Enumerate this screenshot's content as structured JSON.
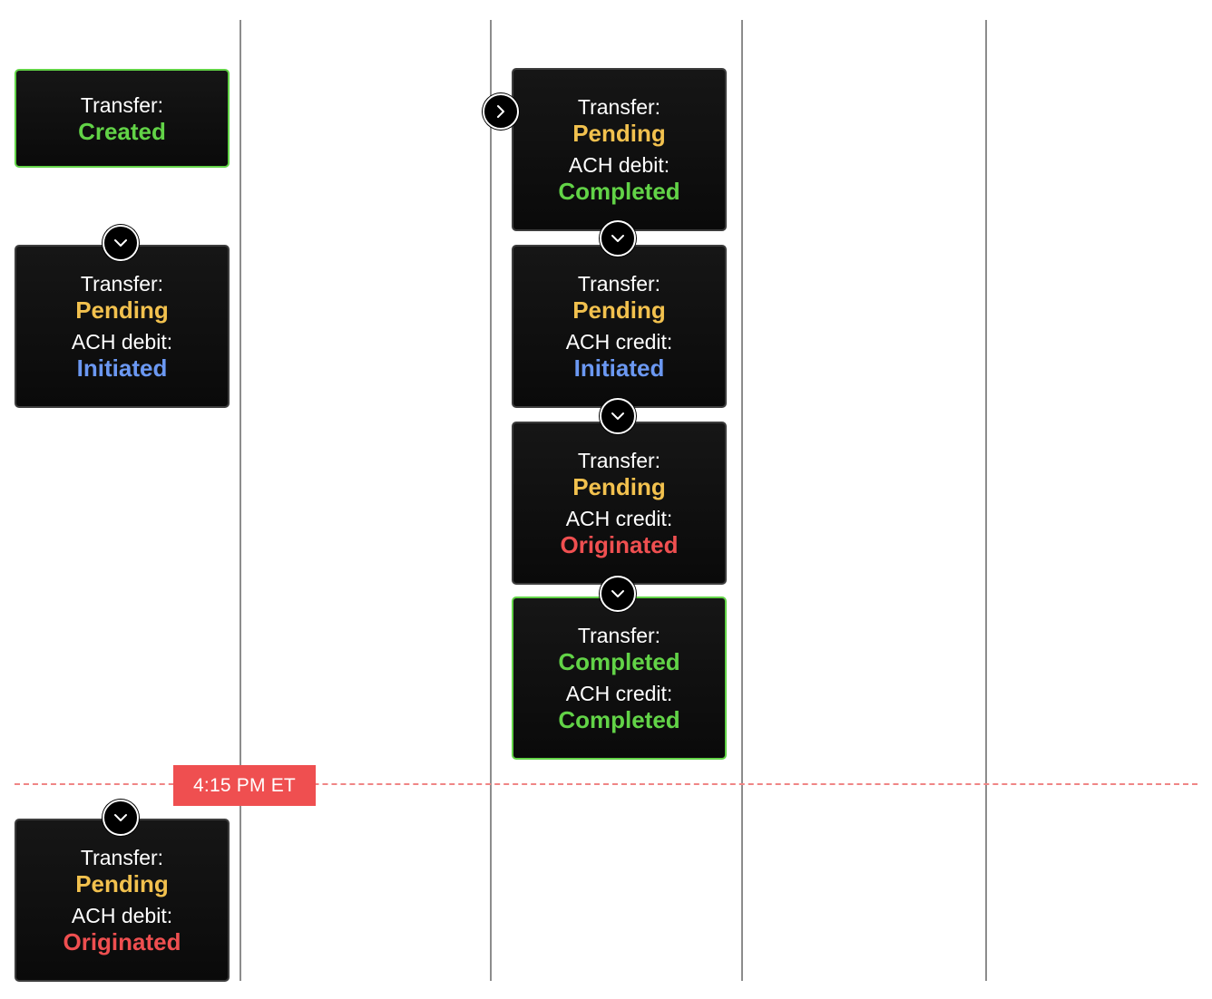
{
  "colors": {
    "green": "#62d347",
    "yellow": "#f2c14e",
    "blue": "#6b98f2",
    "red": "#ef4f50"
  },
  "cutoff": {
    "label": "4:15 PM ET"
  },
  "cards": [
    {
      "id": "transfer-created",
      "highlighted": true,
      "rows": [
        {
          "label": "Transfer:",
          "value": "Created",
          "color": "green"
        }
      ]
    },
    {
      "id": "debit-initiated",
      "highlighted": false,
      "rows": [
        {
          "label": "Transfer:",
          "value": "Pending",
          "color": "yellow"
        },
        {
          "label": "ACH debit:",
          "value": "Initiated",
          "color": "blue"
        }
      ]
    },
    {
      "id": "debit-originated",
      "highlighted": false,
      "rows": [
        {
          "label": "Transfer:",
          "value": "Pending",
          "color": "yellow"
        },
        {
          "label": "ACH debit:",
          "value": "Originated",
          "color": "red"
        }
      ]
    },
    {
      "id": "debit-completed",
      "highlighted": false,
      "rows": [
        {
          "label": "Transfer:",
          "value": "Pending",
          "color": "yellow"
        },
        {
          "label": "ACH debit:",
          "value": "Completed",
          "color": "green"
        }
      ]
    },
    {
      "id": "credit-initiated",
      "highlighted": false,
      "rows": [
        {
          "label": "Transfer:",
          "value": "Pending",
          "color": "yellow"
        },
        {
          "label": "ACH credit:",
          "value": "Initiated",
          "color": "blue"
        }
      ]
    },
    {
      "id": "credit-originated",
      "highlighted": false,
      "rows": [
        {
          "label": "Transfer:",
          "value": "Pending",
          "color": "yellow"
        },
        {
          "label": "ACH credit:",
          "value": "Originated",
          "color": "red"
        }
      ]
    },
    {
      "id": "transfer-completed",
      "highlighted": true,
      "rows": [
        {
          "label": "Transfer:",
          "value": "Completed",
          "color": "green"
        },
        {
          "label": "ACH credit:",
          "value": "Completed",
          "color": "green"
        }
      ]
    }
  ],
  "connectors": [
    {
      "id": "to-debit-initiated",
      "icon": "chevron-down-icon"
    },
    {
      "id": "to-debit-originated",
      "icon": "chevron-down-icon"
    },
    {
      "id": "to-debit-completed",
      "icon": "chevron-right-icon"
    },
    {
      "id": "to-credit-initiated",
      "icon": "chevron-down-icon"
    },
    {
      "id": "to-credit-originated",
      "icon": "chevron-down-icon"
    },
    {
      "id": "to-transfer-completed",
      "icon": "chevron-down-icon"
    }
  ]
}
